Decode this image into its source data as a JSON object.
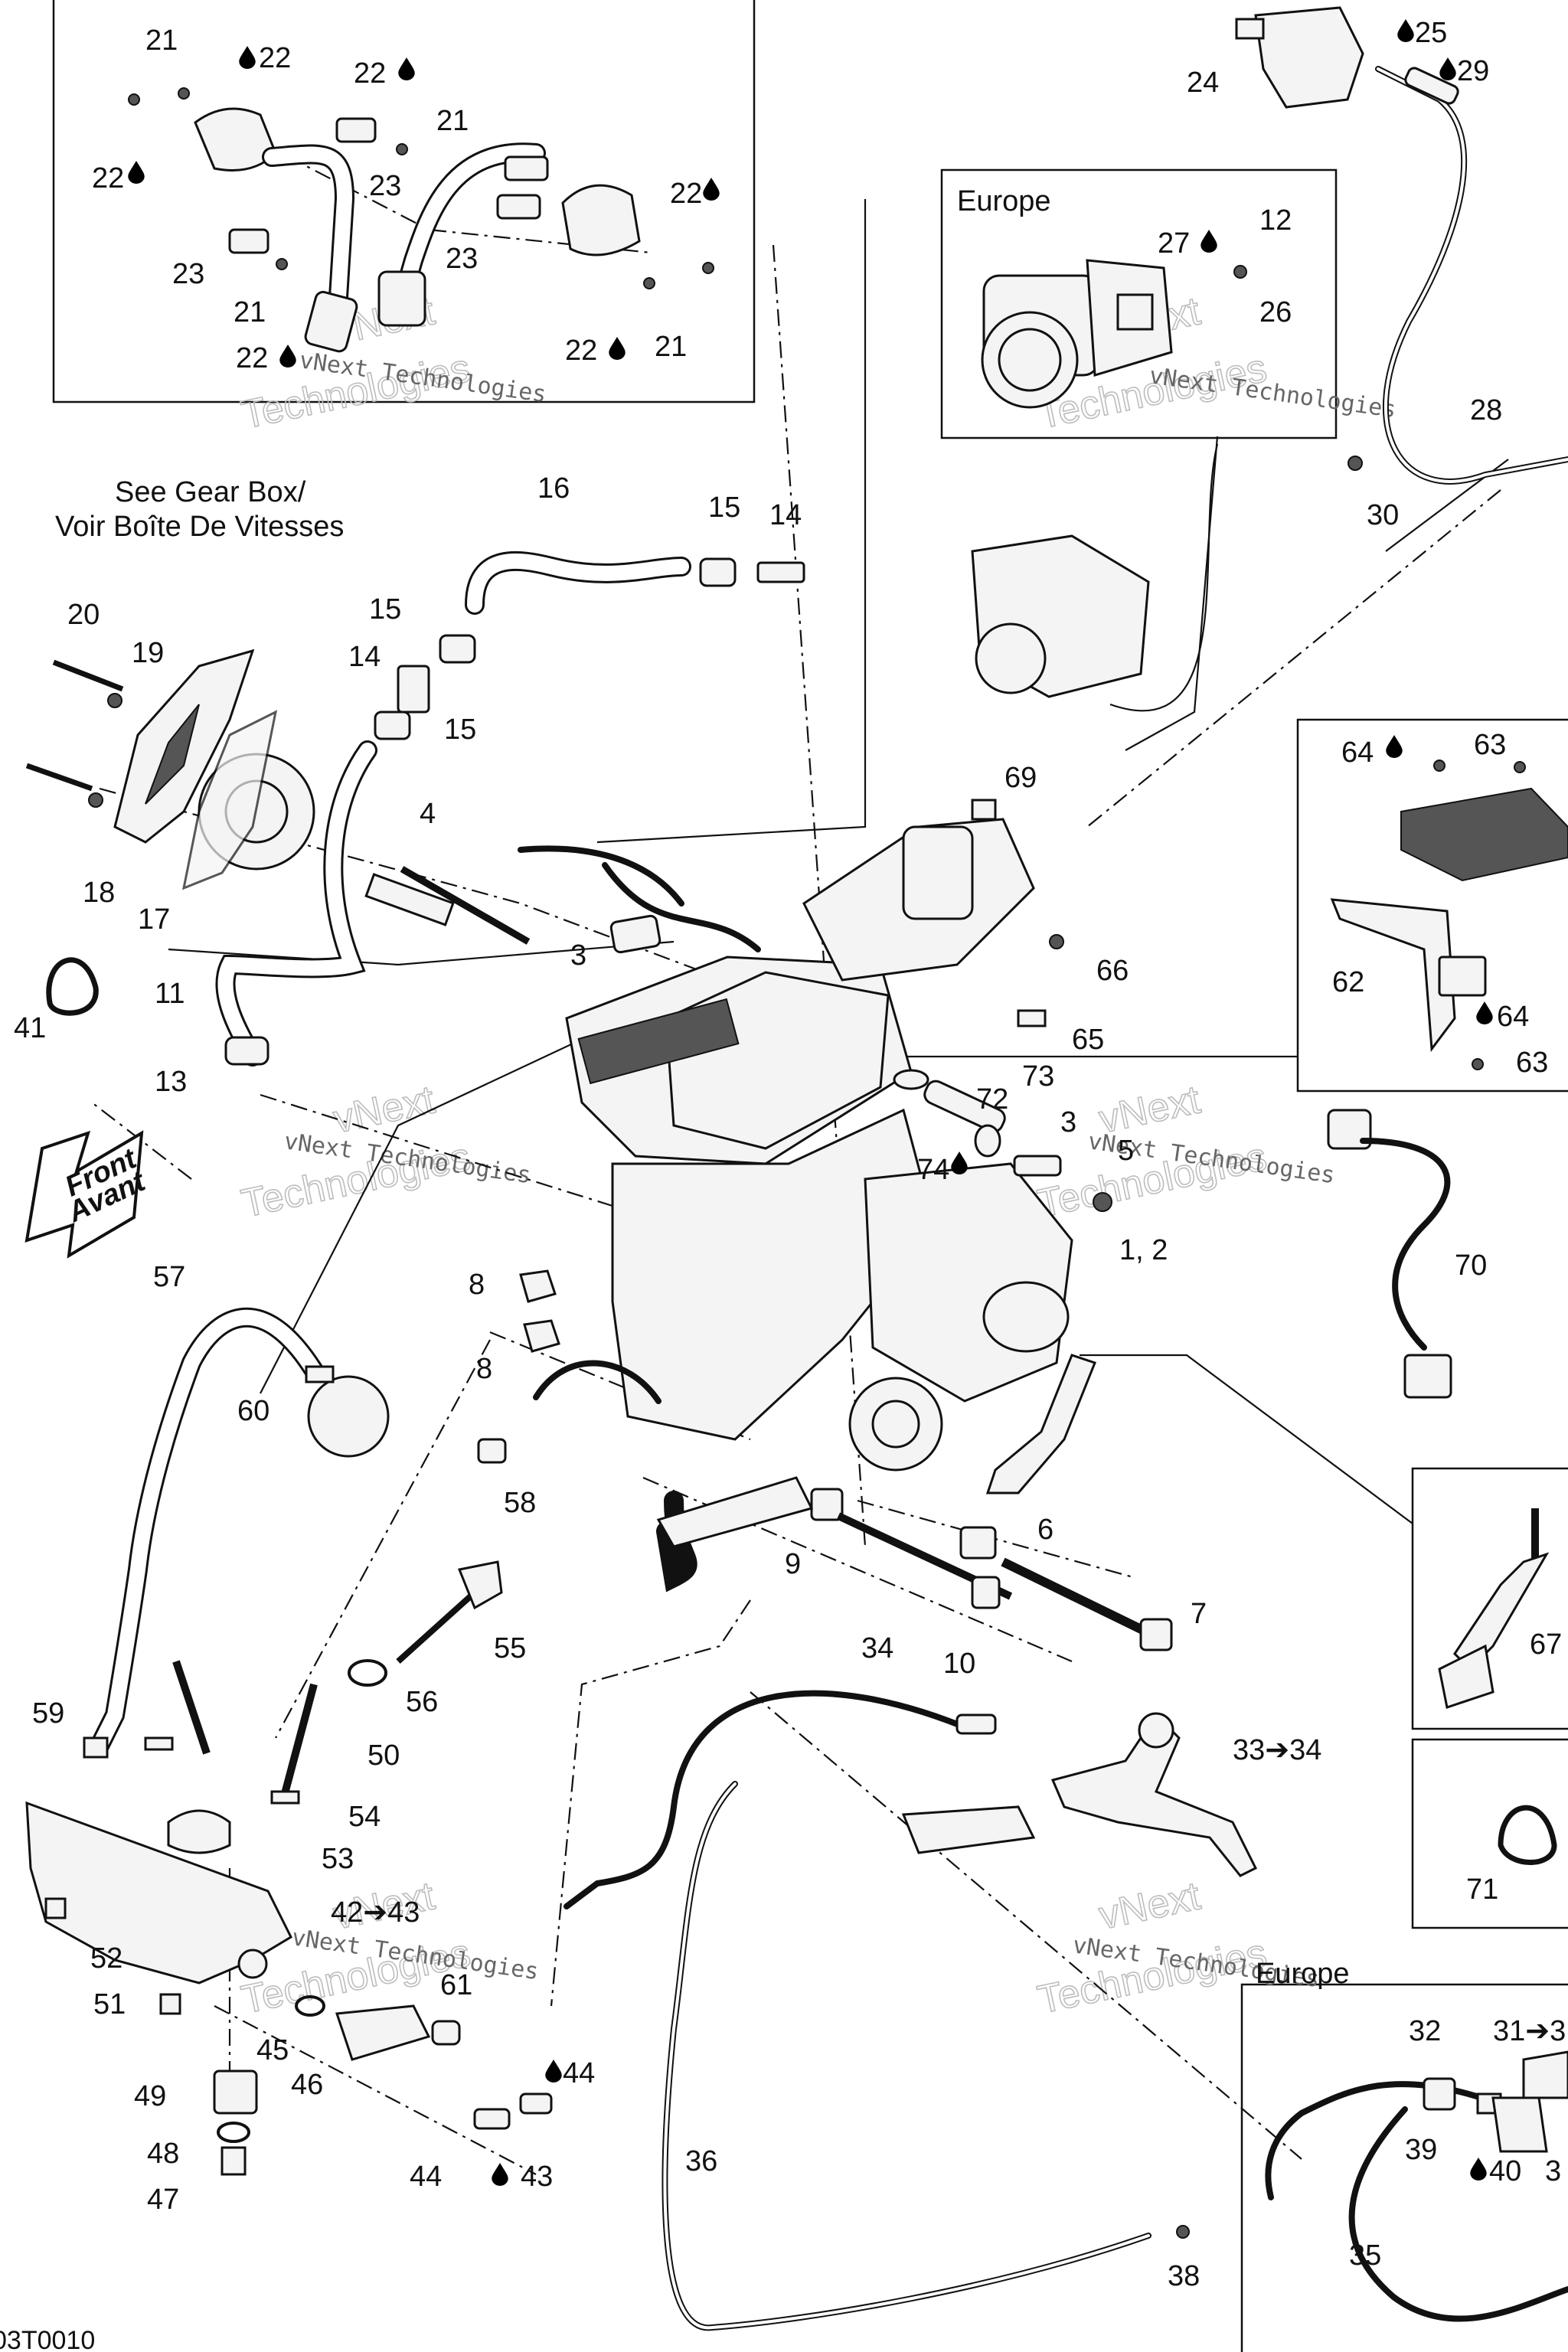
{
  "callouts": {
    "c21a": "21",
    "c22a": "22",
    "c22b": "22",
    "c22c": "22",
    "c21b": "21",
    "c23a": "23",
    "c22d": "22",
    "c23b": "23",
    "c23c": "23",
    "c21c": "21",
    "c22e": "22",
    "c22f": "22",
    "c21d": "21",
    "c24": "24",
    "c25": "25",
    "c29": "29",
    "c27": "27",
    "c12": "12",
    "c26": "26",
    "c28": "28",
    "c30": "30",
    "c16": "16",
    "c15a": "15",
    "c14a": "14",
    "c20": "20",
    "c19": "19",
    "c15b": "15",
    "c14b": "14",
    "c15c": "15",
    "c18": "18",
    "c17": "17",
    "c4": "4",
    "c41": "41",
    "c11": "11",
    "c13": "13",
    "c3a": "3",
    "c69": "69",
    "c66": "66",
    "c65": "65",
    "c64a": "64",
    "c63a": "63",
    "c62": "62",
    "c64b": "64",
    "c63b": "63",
    "c73": "73",
    "c72": "72",
    "c3b": "3",
    "c74": "74",
    "c5": "5",
    "c70": "70",
    "c1_2": "1, 2",
    "c8a": "8",
    "c8b": "8",
    "c57": "57",
    "c60": "60",
    "c58": "58",
    "c9": "9",
    "c6": "6",
    "c7": "7",
    "c10": "10",
    "c55": "55",
    "c56": "56",
    "c34": "34",
    "c33_34": "33➔34",
    "c67": "67",
    "c59": "59",
    "c50": "50",
    "c54": "54",
    "c53": "53",
    "c42_43": "42➔43",
    "c52": "52",
    "c51": "51",
    "c61": "61",
    "c45": "45",
    "c46": "46",
    "c44a": "44",
    "c49": "49",
    "c48": "48",
    "c47": "47",
    "c44b": "44",
    "c43": "43",
    "c36": "36",
    "c71": "71",
    "c32": "32",
    "c31_3": "31➔3",
    "c39": "39",
    "c40": "40",
    "c3c": "3",
    "c35": "35",
    "c38": "38"
  },
  "labels": {
    "see_gear_box_1": "See Gear Box/",
    "see_gear_box_2": "Voir Boîte De Vitesses",
    "front": "Front",
    "avant": "Avant",
    "europe_top": "Europe",
    "europe_bottom": "Europe"
  },
  "watermark": {
    "brand": "vNext",
    "company": "Technologies",
    "full": "vNext Technologies"
  },
  "footer": {
    "code": "03T0010"
  }
}
